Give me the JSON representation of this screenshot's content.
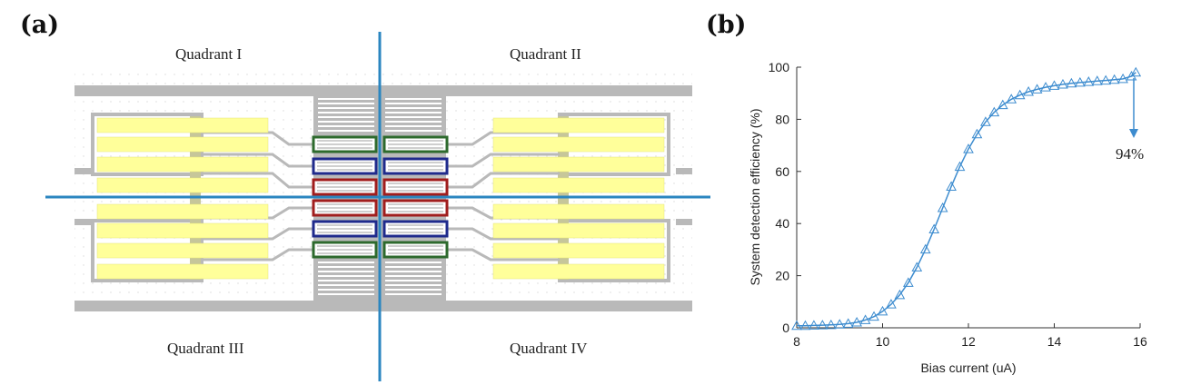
{
  "panel_a": {
    "label": "(a)",
    "quadrants": {
      "q1": "Quadrant I",
      "q2": "Quadrant II",
      "q3": "Quadrant III",
      "q4": "Quadrant IV"
    },
    "colors": {
      "divider": "#2b86c0",
      "frame": "#b9b9b9",
      "pad": "#ffff9a",
      "pad_border": "#e6e67a",
      "green": "#2d6a2d",
      "blue": "#1f2a8c",
      "red": "#a01d1d"
    }
  },
  "panel_b": {
    "label": "(b)",
    "annotation": "94%",
    "color": "#3d8ccf"
  },
  "chart_data": {
    "type": "line",
    "xlabel": "Bias current (uA)",
    "ylabel": "System detection efficiency (%)",
    "xlim": [
      8,
      16
    ],
    "ylim": [
      0,
      100
    ],
    "xticks": [
      8,
      10,
      12,
      14,
      16
    ],
    "yticks": [
      0,
      20,
      40,
      60,
      80,
      100
    ],
    "grid": false,
    "marker": "triangle",
    "series": [
      {
        "x": [
          8.0,
          8.2,
          8.4,
          8.6,
          8.8,
          9.0,
          9.2,
          9.4,
          9.6,
          9.8,
          10.0,
          10.2,
          10.4,
          10.6,
          10.8,
          11.0,
          11.2,
          11.4,
          11.6,
          11.8,
          12.0,
          12.2,
          12.4,
          12.6,
          12.8,
          13.0,
          13.2,
          13.4,
          13.6,
          13.8,
          14.0,
          14.2,
          14.4,
          14.6,
          14.8,
          15.0,
          15.2,
          15.4,
          15.6,
          15.8,
          15.9
        ],
        "y": [
          0.8,
          0.8,
          0.9,
          1.0,
          1.1,
          1.3,
          1.6,
          2.1,
          3.0,
          4.3,
          6.3,
          9.0,
          12.6,
          17.3,
          23.2,
          30.1,
          37.8,
          46.0,
          54.2,
          61.8,
          68.6,
          74.3,
          79.0,
          82.7,
          85.5,
          87.7,
          89.3,
          90.6,
          91.5,
          92.3,
          92.9,
          93.4,
          93.8,
          94.1,
          94.4,
          94.7,
          94.9,
          95.2,
          95.5,
          96.5,
          98.0
        ]
      }
    ]
  }
}
